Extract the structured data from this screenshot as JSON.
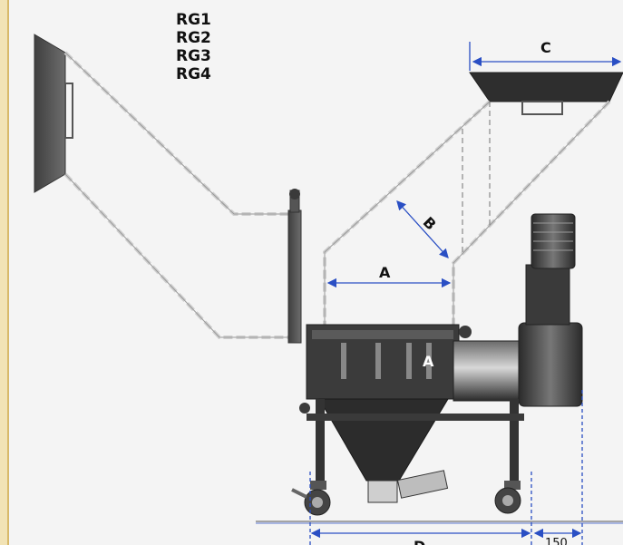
{
  "models": [
    "RG1",
    "RG2",
    "RG3",
    "RG4"
  ],
  "dimensions": {
    "a_top": "A",
    "a_body": "A",
    "b": "B",
    "c": "C",
    "d": "D",
    "offset": "150"
  },
  "colors": {
    "dimension_line": "#2a4fc4",
    "machine_dark": "#3a3a3a",
    "outline_dashed": "#c8c8c8",
    "border": "#f2e3b5"
  }
}
